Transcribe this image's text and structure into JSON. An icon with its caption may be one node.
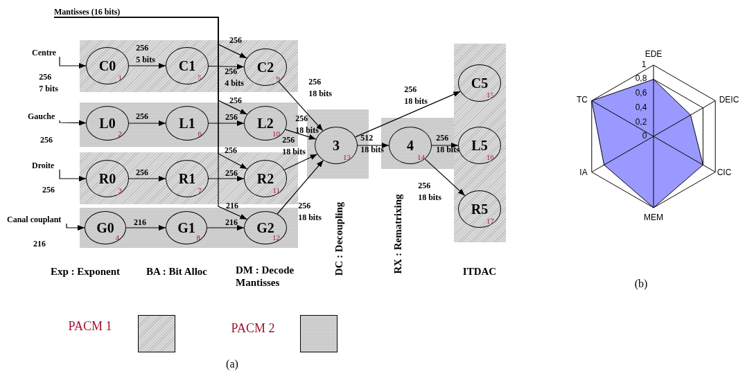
{
  "diagram": {
    "nodes": [
      {
        "text": [
          "Mantisses (16 bits)"
        ]
      },
      {
        "text": [],
        "shape": "box"
      },
      {
        "text": [
          "C0",
          "1"
        ],
        "in": 1
      },
      {
        "text": [
          "C1",
          "5"
        ],
        "in": 1
      },
      {
        "text": [
          "C2",
          "9"
        ],
        "in": 1
      },
      {
        "text": [],
        "shape": "box"
      },
      {
        "text": [
          "L0",
          "2"
        ],
        "in": 5
      },
      {
        "text": [
          "L1",
          "6"
        ],
        "in": 5
      },
      {
        "text": [
          "L2",
          "10"
        ],
        "in": 5
      },
      {
        "text": [],
        "shape": "box"
      },
      {
        "text": [
          "R0",
          "3"
        ],
        "in": 9
      },
      {
        "text": [
          "R1",
          "7"
        ],
        "in": 9
      },
      {
        "text": [
          "R2",
          "11"
        ],
        "in": 9
      },
      {
        "text": [],
        "shape": "box"
      },
      {
        "text": [
          "G0",
          "4"
        ],
        "in": 13
      },
      {
        "text": [
          "G1",
          "8"
        ],
        "in": 13
      },
      {
        "text": [
          "G2",
          "12"
        ],
        "in": 13
      },
      {
        "text": [],
        "shape": "box"
      },
      {
        "text": [
          "3",
          "13"
        ],
        "in": 17
      },
      {
        "text": [],
        "shape": "box"
      },
      {
        "text": [
          "4",
          "14"
        ],
        "in": 19
      },
      {
        "text": [],
        "shape": "box"
      },
      {
        "text": [
          "C5",
          "15"
        ],
        "in": 21
      },
      {
        "text": [
          "L5",
          "16"
        ],
        "in": 21
      },
      {
        "text": [
          "R5",
          "17"
        ],
        "in": 21
      },
      {
        "text": [
          "Centre"
        ]
      },
      {
        "text": [
          "Gauche"
        ]
      },
      {
        "text": [
          "Droite"
        ]
      },
      {
        "text": [
          "Canal couplant"
        ]
      }
    ],
    "edges": [
      {
        "from": 25,
        "to": 2,
        "arrow": "to",
        "label": "256 7 bits"
      },
      {
        "from": 2,
        "to": 3,
        "arrow": "to",
        "label": "256 5 bits"
      },
      {
        "from": 3,
        "to": 4,
        "arrow": "to",
        "label": "256 4 bits"
      },
      {
        "from": 0,
        "to": 4,
        "arrow": "to",
        "label": "256"
      },
      {
        "from": 26,
        "to": 6,
        "arrow": "to",
        "label": "256"
      },
      {
        "from": 6,
        "to": 7,
        "arrow": "to",
        "label": "256"
      },
      {
        "from": 7,
        "to": 8,
        "arrow": "to",
        "label": "256"
      },
      {
        "from": 0,
        "to": 8,
        "arrow": "to",
        "label": "256"
      },
      {
        "from": 27,
        "to": 10,
        "arrow": "to",
        "label": "256"
      },
      {
        "from": 10,
        "to": 11,
        "arrow": "to",
        "label": "256"
      },
      {
        "from": 11,
        "to": 12,
        "arrow": "to",
        "label": "256"
      },
      {
        "from": 0,
        "to": 12,
        "arrow": "to",
        "label": "256"
      },
      {
        "from": 28,
        "to": 14,
        "arrow": "to",
        "label": "216"
      },
      {
        "from": 14,
        "to": 15,
        "arrow": "to",
        "label": "216"
      },
      {
        "from": 15,
        "to": 16,
        "arrow": "to",
        "label": "216"
      },
      {
        "from": 0,
        "to": 16,
        "arrow": "to",
        "label": "216"
      },
      {
        "from": 4,
        "to": 18,
        "arrow": "to",
        "label": "256 18 bits"
      },
      {
        "from": 8,
        "to": 18,
        "arrow": "to",
        "label": "256 18 bits"
      },
      {
        "from": 12,
        "to": 18,
        "arrow": "to",
        "label": "256 18 bits"
      },
      {
        "from": 16,
        "to": 18,
        "arrow": "to",
        "label": "256 18 bits"
      },
      {
        "from": 18,
        "to": 20,
        "arrow": "to",
        "label": "512 18 bits"
      },
      {
        "from": 18,
        "to": 22,
        "arrow": "to",
        "label": "256 18 bits"
      },
      {
        "from": 20,
        "to": 23,
        "arrow": "to",
        "label": "256 18 bits"
      },
      {
        "from": 20,
        "to": 24,
        "arrow": "to",
        "label": "256 18 bits"
      }
    ],
    "labels": [
      "EDE",
      "1",
      "0,8",
      "0,6",
      "0,4",
      "0,2",
      "0",
      "TC",
      "DEIC",
      "IA",
      "CIC",
      "MEM",
      "Exp : Exponent",
      "BA : Bit Alloc",
      "DM : Decode Mantisses",
      "DC : Decoupling",
      "RX : Rematrixing",
      "ITDAC",
      "(b)",
      "(a)"
    ],
    "legend": [
      {
        "text": "PACM 1"
      },
      {
        "text": "PACM 2"
      }
    ]
  }
}
